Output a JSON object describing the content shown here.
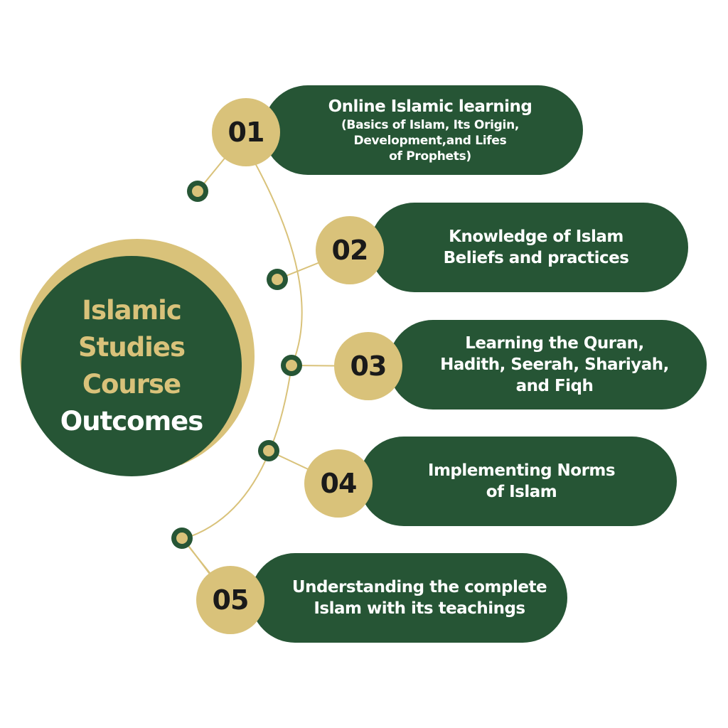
{
  "hub": {
    "title_lines": [
      "Islamic",
      "Studies",
      "Course"
    ],
    "highlight": "Outcomes"
  },
  "items": [
    {
      "number": "01",
      "title": "Online Islamic learning",
      "subtitle": "(Basics of Islam, Its Origin,\nDevelopment,and Lifes\nof Prophets)"
    },
    {
      "number": "02",
      "title": "Knowledge of Islam\nBeliefs and practices"
    },
    {
      "number": "03",
      "title": "Learning the Quran,\nHadith, Seerah, Shariyah,\nand Fiqh"
    },
    {
      "number": "04",
      "title": "Implementing Norms\nof Islam"
    },
    {
      "number": "05",
      "title": "Understanding the complete\nIslam with its teachings"
    }
  ],
  "colors": {
    "dark_green": "#265535",
    "gold": "#d9c27a",
    "number_text": "#1a1a1a",
    "white": "#ffffff"
  }
}
